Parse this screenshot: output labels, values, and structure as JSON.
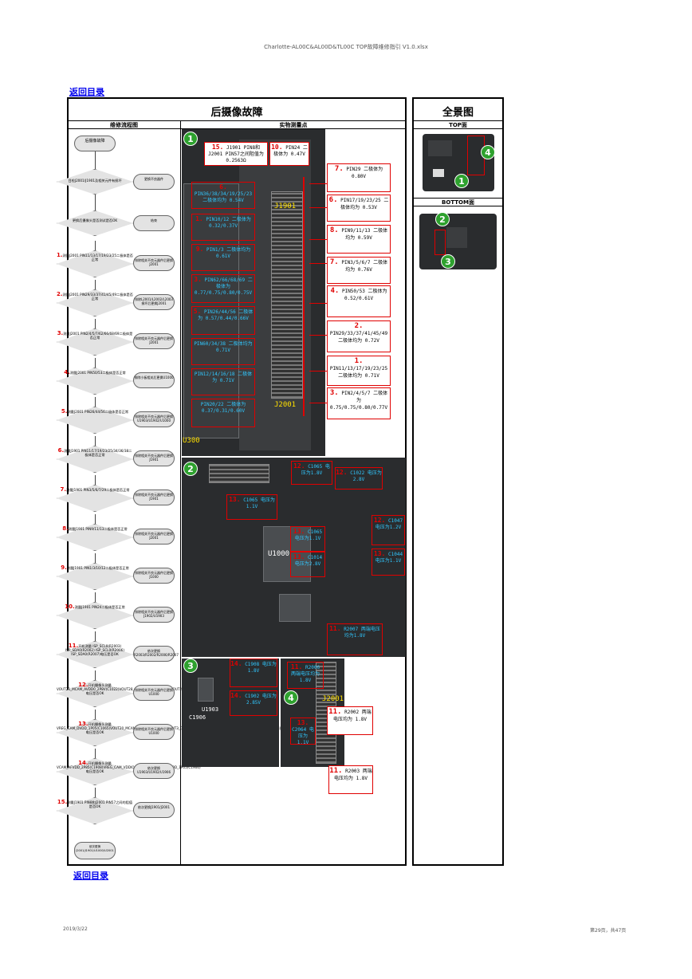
{
  "header": {
    "filename": "Charlotte-AL00C&AL00D&TL00C TOP故障维修指引 V1.0.xlsx"
  },
  "links": {
    "back_top": "返回目录",
    "back_bottom": "返回目录"
  },
  "main": {
    "title": "后摄像故障",
    "col_flow": "维修流程图",
    "col_measure": "实物测量点"
  },
  "overview": {
    "title": "全景图",
    "top_label": "TOP面",
    "bottom_label": "BOTTOM面"
  },
  "circles": [
    "1",
    "2",
    "3",
    "4"
  ],
  "flow": {
    "start": "后摄像故障",
    "q0": "目检J2001/J1901及相关元件有损坏",
    "a0": "更换不良器件",
    "q0b": "更换后摄像头是否测试是否OK",
    "a0b": "结束",
    "steps": [
      {
        "n": "1.",
        "text": "测量J2001 PIN11/13/17/19/23/25二极体是否正常",
        "action": "排除相关不良元器件后更换J2001"
      },
      {
        "n": "2.",
        "text": "测量J2001 PIN29/33/37/41/45/49二极体是否正常",
        "action": "排除L2001/L2002/L2003损坏后更换J2001"
      },
      {
        "n": "3.",
        "text": "测量J2001 PIN2/4/5/7/62/66/68/69二极体是否正常",
        "action": "排除相关不良元器件后更换J2001"
      },
      {
        "n": "4.",
        "text": "测量J2001 PIN50/53二极体是否正常",
        "action": "排除小板相关后更换U1000"
      },
      {
        "n": "5.",
        "text": "测量J2001 PIN26/44/56二极体是否正常",
        "action": "排除相关不良元器件后更换U1903/U1902/U1000"
      },
      {
        "n": "6.",
        "text": "测量J1901 PIN11/17/19/23/25/34/36/38二极体是否正常",
        "action": "排除相关不良元器件后更换J1901"
      },
      {
        "n": "7.",
        "text": "测量J1901 PIN3/5/6/7/29二极体是否正常",
        "action": "排除相关不良元器件后更换J1901"
      },
      {
        "n": "8.",
        "text": "测量J1901 PIN9/11/13二极体是否正常",
        "action": "排除相关不良元器件后更换J2001"
      },
      {
        "n": "9.",
        "text": "测量J1901 PIN1/3/10/12二极体是否正常",
        "action": "排除相关不良元器件后更换J1000"
      },
      {
        "n": "10.",
        "text": "测量J1901 PIN24二极体是否正常",
        "action": "排除相关不良元器件后更换J1902/U1903"
      },
      {
        "n": "11.",
        "text": "开机测量 ISP_SCL0(R2003) ISP_SDA0(R2002) ISP_SCL0(R2006) ISP_SDA0(R2007)电压是否OK",
        "action": "依次更换R2003/R2002/R2006/R2007"
      },
      {
        "n": "12.",
        "text": "开机摄像头测量VOUT23_MCAM_AVDD0_2P8V(C1022)VOUT28_ISP_AVDD1P8(C1022)VOUT22_TCAM_DVDD_1P2(C1047)电压是否OK",
        "action": "排除相关不良元器件后更换U1000"
      },
      {
        "n": "13.",
        "text": "开机摄像头测量VREG_CAM_DVDD_1P05(C1065)VOUT20_MCAM_DVDD1P1(C1046)VOUT3_CAM_AVDD_2P8(C1014)VOUT26_MCAM_DVDD_1P05(C1044)电压是否OK",
        "action": "排除相关不良元器件后更换U1000"
      },
      {
        "n": "14.",
        "text": "开机摄像头测量VCAM_AFVDD_2P85(C1908)VREG_CAM_VDDIO_1P8(C1902)VCAM_DVDD_1P05(C1906)电压是否OK",
        "action": "依次更换U1903/U1902/U1906"
      },
      {
        "n": "15.",
        "text": "测量J1901 PIN8和J2001 PIN57之间的阻值是否OK",
        "action": "依次更换J1901/J2001"
      }
    ],
    "end": "依次更换J2001/J1901/U1000/U2001"
  },
  "top_callouts": [
    {
      "n": "15.",
      "text": "J1901 PIN8和J2001 PIN57之间阻值为0.2563Ω"
    },
    {
      "n": "10.",
      "text": "PIN24 二极体为 0.47V"
    },
    {
      "n": "6.",
      "text": "PIN36/38/34/19/25/23 二极体均为 0.54V"
    },
    {
      "n": "1.",
      "text": "PIN10/12 二极体为 0.32/0.37V"
    },
    {
      "n": "9.",
      "text": "PIN1/3 二极体均为 0.61V"
    },
    {
      "n": "3.",
      "text": "PIN62/66/68/69 二极体为 0.77/0.75/0.80/0.75V"
    },
    {
      "n": "5.",
      "text": "PIN26/44/56 二极体为 0.57/0.44/0.66V"
    },
    {
      "n": "",
      "text": "PIN60/34/38 二极体均为 0.71V"
    },
    {
      "n": "",
      "text": "PIN12/14/16/18 二极体为 0.71V"
    },
    {
      "n": "",
      "text": "PIN20/22 二极体为 0.37/0.31/0.60V"
    }
  ],
  "right_callouts": [
    {
      "n": "7.",
      "text": "PIN29 二极体为 0.80V"
    },
    {
      "n": "6.",
      "text": "PIN17/19/23/25 二极体均为 0.53V"
    },
    {
      "n": "8.",
      "text": "PIN9/11/13 二极体均为 0.59V"
    },
    {
      "n": "7.",
      "text": "PIN3/5/6/7 二极体均为 0.76V"
    },
    {
      "n": "4.",
      "text": "PIN50/53 二极体为 0.52/0.61V"
    },
    {
      "n": "2.",
      "text": "PIN29/33/37/41/45/49 二极体均为 0.72V"
    },
    {
      "n": "1.",
      "text": "PIN11/13/17/19/23/25 二极体均为 0.71V"
    },
    {
      "n": "3.",
      "text": "PIN2/4/5/7 二极体为 0.75/0.75/0.80/0.77V"
    }
  ],
  "board_labels": {
    "j1901": "J1901",
    "j2001_top": "J2001",
    "u300": "U300",
    "u1000": "U1000",
    "u1903": "U1903",
    "c1906": "C1906",
    "j2001_b": "J2001"
  },
  "mid_callouts": [
    {
      "n": "12.",
      "text": "C1065 电压为1.8V"
    },
    {
      "n": "12.",
      "text": "C1022 电压为2.8V"
    },
    {
      "n": "13.",
      "text": "C1065 电压为1.1V"
    },
    {
      "n": "12.",
      "text": "C1047 电压为1.2V"
    },
    {
      "n": "13.",
      "text": "C1065 电压为1.1V"
    },
    {
      "n": "13.",
      "text": "C1014 电压为2.8V"
    },
    {
      "n": "13.",
      "text": "C1044 电压为1.1V"
    },
    {
      "n": "11.",
      "text": "R2007 两端电压均为1.8V"
    }
  ],
  "bottom_callouts": [
    {
      "n": "14.",
      "text": "C1908 电压为 1.8V"
    },
    {
      "n": "14.",
      "text": "C1902 电压为 2.85V"
    },
    {
      "n": "11.",
      "text": "R2006 两端电压均为 1.8V"
    },
    {
      "n": "13.",
      "text": "C2064 电压为 1.1V"
    },
    {
      "n": "11.",
      "text": "R2002 两端电压均为 1.8V"
    },
    {
      "n": "11.",
      "text": "R2003 两端电压均为 1.8V"
    }
  ],
  "footer": {
    "date": "2019/3/22",
    "page": "第29页，共47页"
  }
}
